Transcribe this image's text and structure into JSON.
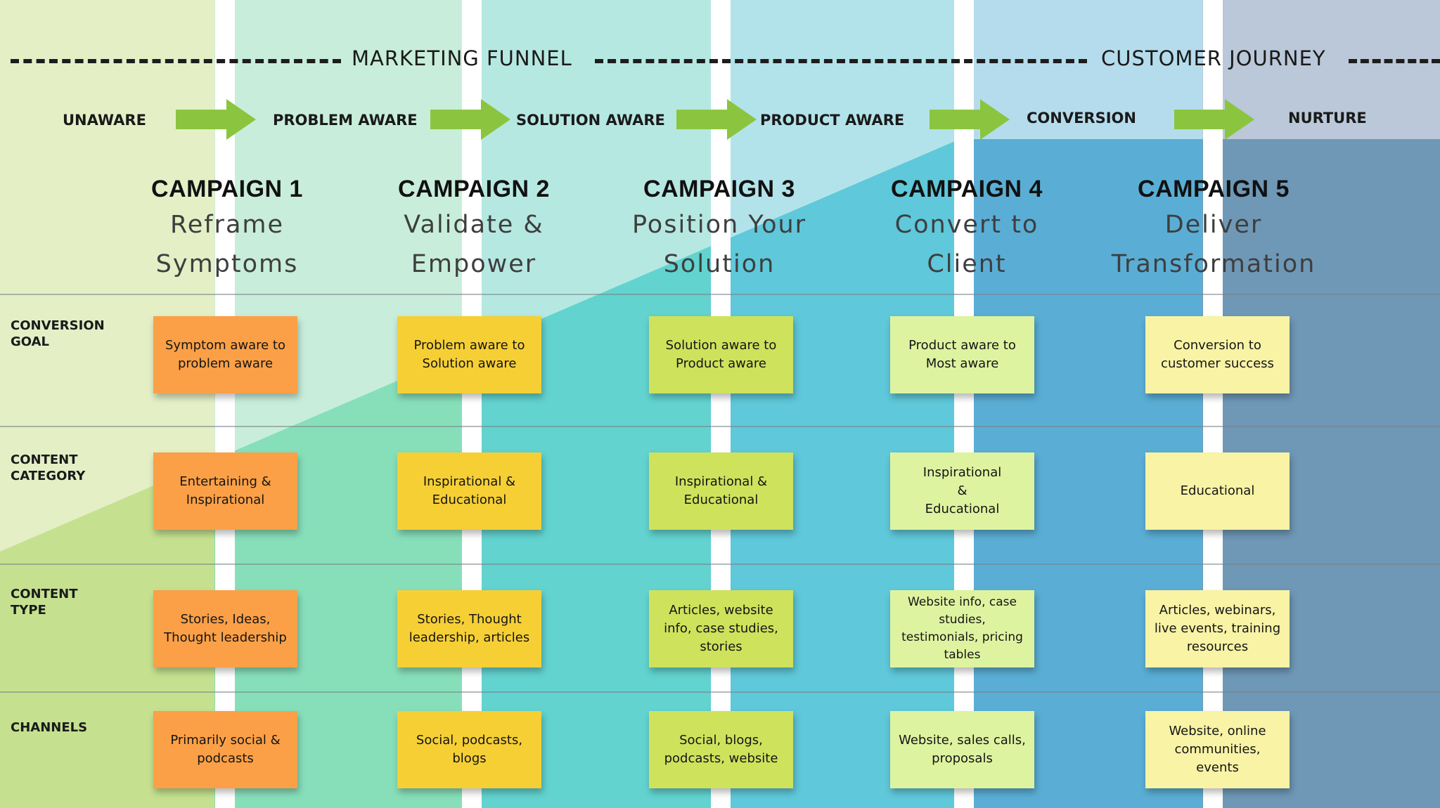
{
  "header": {
    "left_title": "MARKETING FUNNEL",
    "right_title": "CUSTOMER JOURNEY"
  },
  "stages": [
    "UNAWARE",
    "PROBLEM AWARE",
    "SOLUTION AWARE",
    "PRODUCT AWARE",
    "CONVERSION",
    "NURTURE"
  ],
  "campaigns": [
    {
      "title": "CAMPAIGN 1",
      "subtitle_line1": "Reframe",
      "subtitle_line2": "Symptoms"
    },
    {
      "title": "CAMPAIGN 2",
      "subtitle_line1": "Validate &",
      "subtitle_line2": "Empower"
    },
    {
      "title": "CAMPAIGN 3",
      "subtitle_line1": "Position Your",
      "subtitle_line2": "Solution"
    },
    {
      "title": "CAMPAIGN 4",
      "subtitle_line1": "Convert to",
      "subtitle_line2": "Client"
    },
    {
      "title": "CAMPAIGN 5",
      "subtitle_line1": "Deliver",
      "subtitle_line2": "Transformation"
    }
  ],
  "rows": {
    "conversion_goal": {
      "label_line1": "CONVERSION",
      "label_line2": "GOAL",
      "notes": [
        "Symptom aware to problem aware",
        "Problem aware to Solution aware",
        "Solution aware to Product aware",
        "Product aware to Most aware",
        "Conversion to customer success"
      ]
    },
    "content_category": {
      "label_line1": "CONTENT",
      "label_line2": "CATEGORY",
      "notes": [
        "Entertaining & Inspirational",
        "Inspirational & Educational",
        "Inspirational & Educational",
        "Inspirational & Educational",
        "Educational"
      ]
    },
    "content_type": {
      "label_line1": "CONTENT",
      "label_line2": "TYPE",
      "notes": [
        "Stories, Ideas, Thought leadership",
        "Stories, Thought leadership, articles",
        "Articles, website info, case studies, stories",
        "Website info, case studies, testimonials, pricing tables",
        "Articles, webinars, live events, training resources"
      ]
    },
    "channels": {
      "label_line1": "CHANNELS",
      "label_line2": "",
      "notes": [
        "Primarily social & podcasts",
        "Social, podcasts, blogs",
        "Social, blogs, podcasts, website",
        "Website, sales calls, proposals",
        "Website, online communities, events"
      ]
    }
  },
  "colors": {
    "note_orange": "#fba047",
    "note_gold": "#f6cf35",
    "note_lime": "#cfe25c",
    "note_lightgreen": "#def3a0",
    "note_cream": "#f8f3a5",
    "arrow_green": "#8bc53f"
  }
}
